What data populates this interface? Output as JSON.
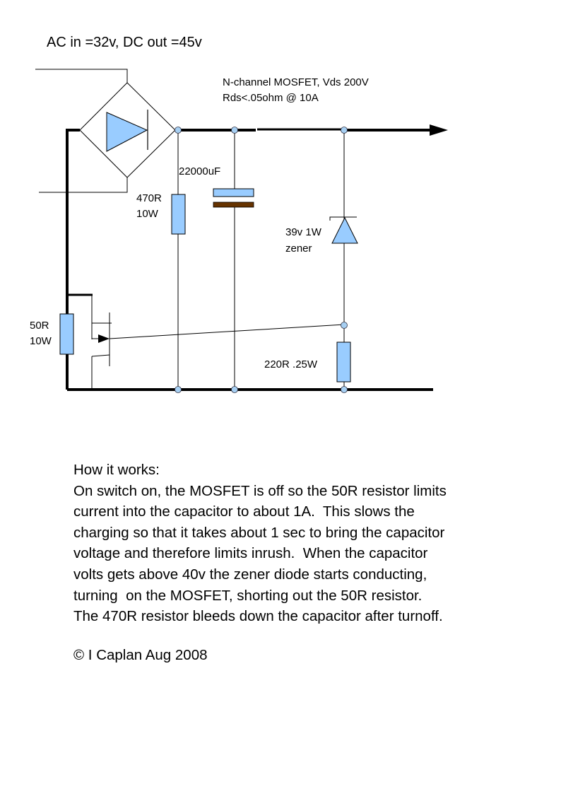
{
  "title": "AC in =32v, DC out =45v",
  "mosfet_note": {
    "line1": "N-channel MOSFET, Vds 200V",
    "line2": "Rds<.05ohm @ 10A"
  },
  "components": {
    "capacitor": {
      "value": "22000uF"
    },
    "bleed_resistor": {
      "line1": "470R",
      "line2": "10W"
    },
    "zener": {
      "line1": "39v 1W",
      "line2": "zener"
    },
    "limit_resistor": {
      "line1": "50R",
      "line2": "10W"
    },
    "gate_resistor": {
      "value": "220R .25W"
    }
  },
  "colors": {
    "component_fill": "#99ccff",
    "capacitor_negative_plate": "#663300",
    "node_fill": "#a6cff2",
    "wire": "#000000"
  },
  "description": {
    "heading": "How it works:",
    "lines": [
      "On switch on, the MOSFET is off so the 50R resistor limits",
      "current into the capacitor to about 1A.  This slows the",
      "charging so that it takes about 1 sec to bring the capacitor",
      "voltage and therefore limits inrush.  When the capacitor",
      "volts gets above 40v the zener diode starts conducting,",
      "turning  on the MOSFET, shorting out the 50R resistor.",
      "The 470R resistor bleeds down the capacitor after turnoff."
    ]
  },
  "copyright": "© I Caplan Aug 2008"
}
